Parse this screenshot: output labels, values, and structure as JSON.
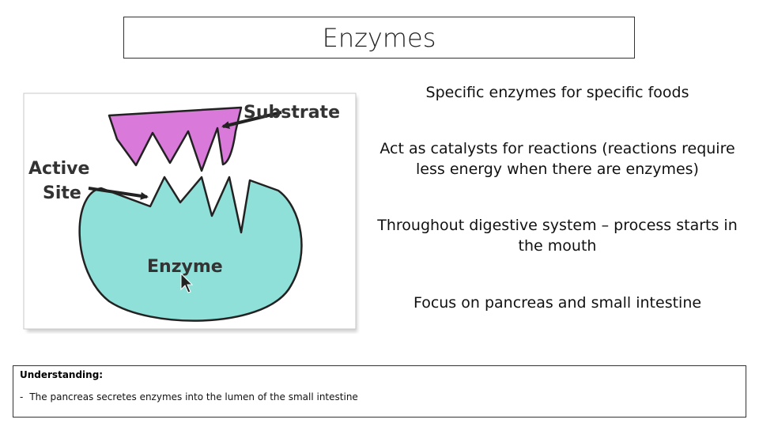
{
  "slide": {
    "title": "Enzymes",
    "diagram": {
      "labels": {
        "substrate": "Substrate",
        "active_site_line1": "Active",
        "active_site_line2": "Site",
        "enzyme": "Enzyme"
      },
      "colors": {
        "substrate": "#d979d9",
        "enzyme": "#8fe0d8"
      }
    },
    "bullets": [
      "Specific enzymes for specific foods",
      "Act as catalysts for reactions (reactions require less energy when there are enzymes)",
      "Throughout digestive system – process starts in the mouth",
      "Focus on pancreas and small intestine"
    ],
    "understanding": {
      "heading": "Understanding:",
      "items": [
        "The pancreas secretes enzymes into the lumen of the small intestine"
      ]
    }
  }
}
